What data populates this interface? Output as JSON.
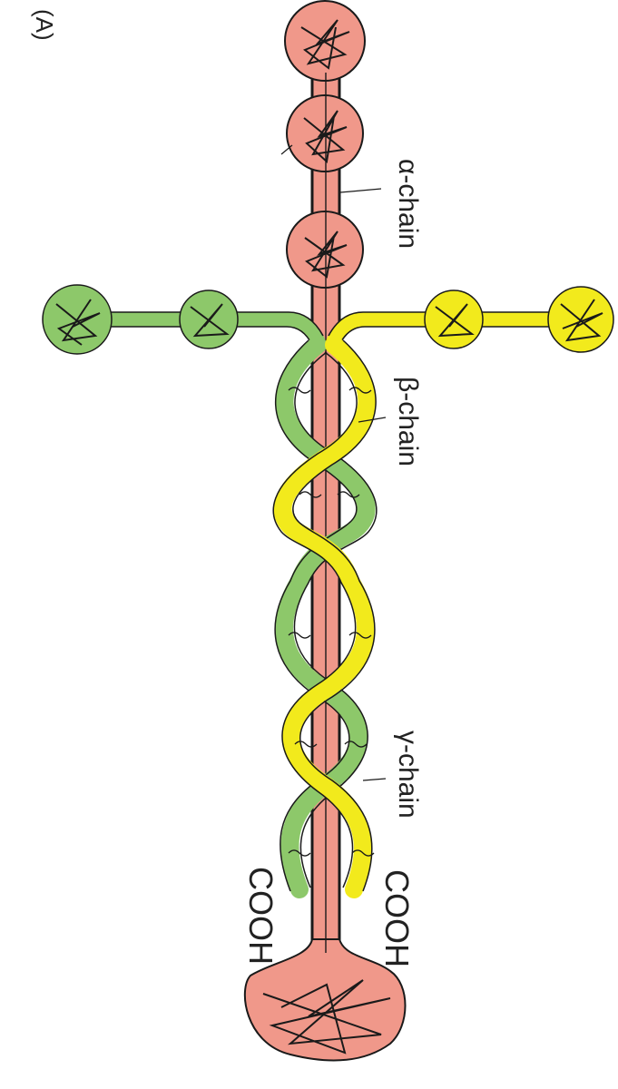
{
  "panel_label": "(A)",
  "labels": {
    "alpha": "α-chain",
    "beta": "β-chain",
    "gamma": "γ-chain",
    "cooh_left": "COOH",
    "cooh_right": "COOH"
  },
  "colors": {
    "alpha": "#f0988a",
    "beta": "#8dc86a",
    "gamma": "#f2ea1c",
    "outline": "#1a1a1a",
    "background": "#ffffff"
  }
}
